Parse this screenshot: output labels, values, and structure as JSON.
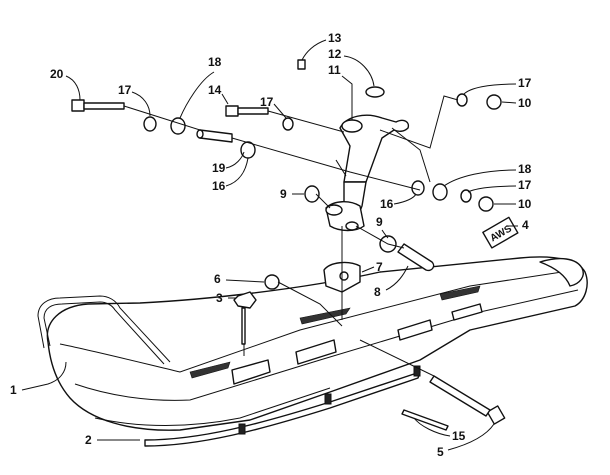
{
  "callouts": [
    "1",
    "2",
    "3",
    "4",
    "5",
    "6",
    "7",
    "8",
    "9",
    "9",
    "10",
    "10",
    "11",
    "12",
    "13",
    "14",
    "15",
    "16",
    "16",
    "17",
    "17",
    "17",
    "17",
    "18",
    "18",
    "19",
    "20"
  ],
  "decal_text": "AWS"
}
